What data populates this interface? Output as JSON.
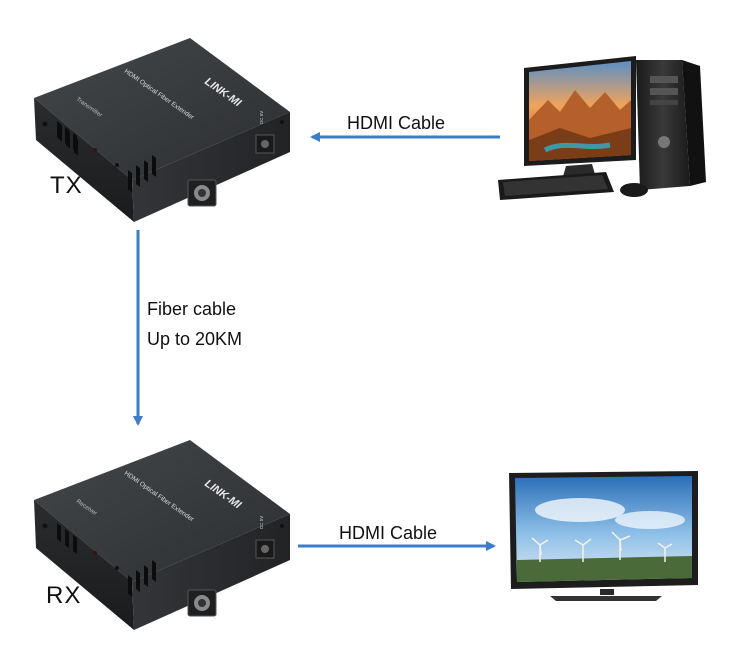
{
  "transmitter": {
    "brand": "LINK-MI",
    "product": "HDMI Optical Fiber Extender",
    "role_label": "Transmitter",
    "tag": "TX"
  },
  "receiver": {
    "brand": "LINK-MI",
    "product": "HDMI Optical Fiber Extender",
    "role_label": "Receiver",
    "tag": "RX"
  },
  "links": {
    "source_cable": "HDMI Cable",
    "display_cable": "HDMI Cable",
    "fiber_line1": "Fiber cable",
    "fiber_line2": "Up to 20KM"
  },
  "port_labels": {
    "power": "DC 5V"
  },
  "colors": {
    "arrow": "#3d7cc9",
    "device_body": "#2f3133",
    "device_top": "#3a3c3f"
  }
}
